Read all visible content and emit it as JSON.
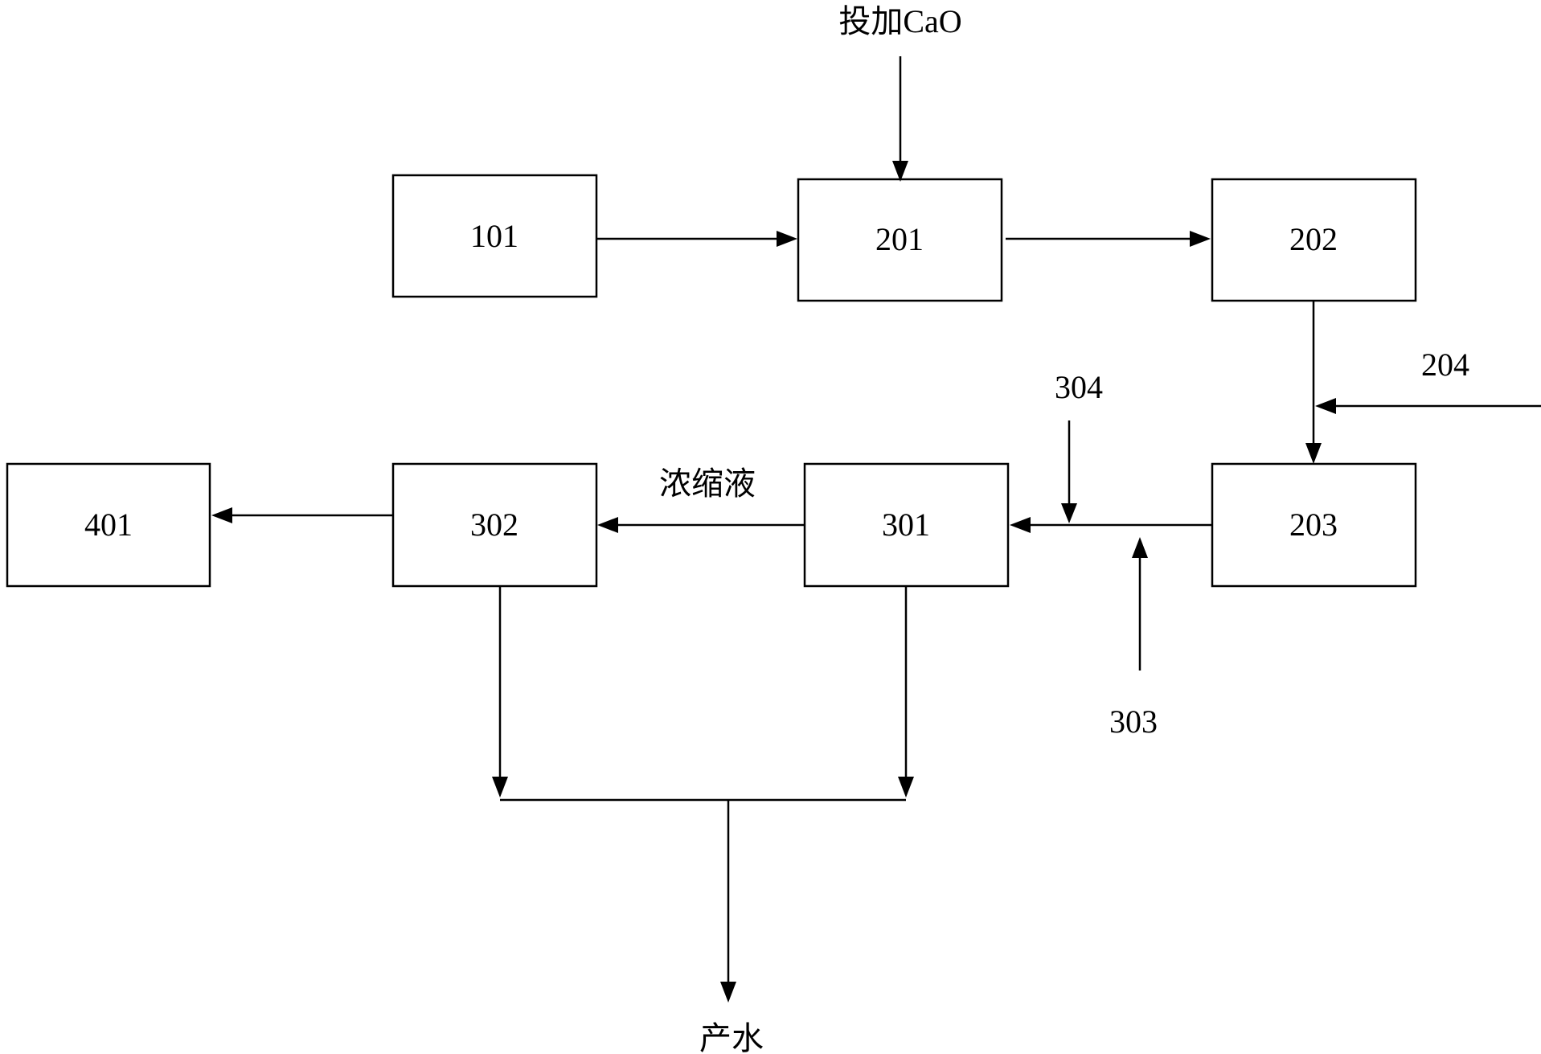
{
  "boxes": {
    "b101": "101",
    "b201": "201",
    "b202": "202",
    "b203": "203",
    "b301": "301",
    "b302": "302",
    "b401": "401"
  },
  "labels": {
    "cao_input": "投加CaO",
    "input_204": "204",
    "input_304": "304",
    "input_303": "303",
    "concentrate": "浓缩液",
    "product_water": "产水"
  },
  "colors": {
    "stroke": "#000000",
    "background": "#ffffff"
  }
}
